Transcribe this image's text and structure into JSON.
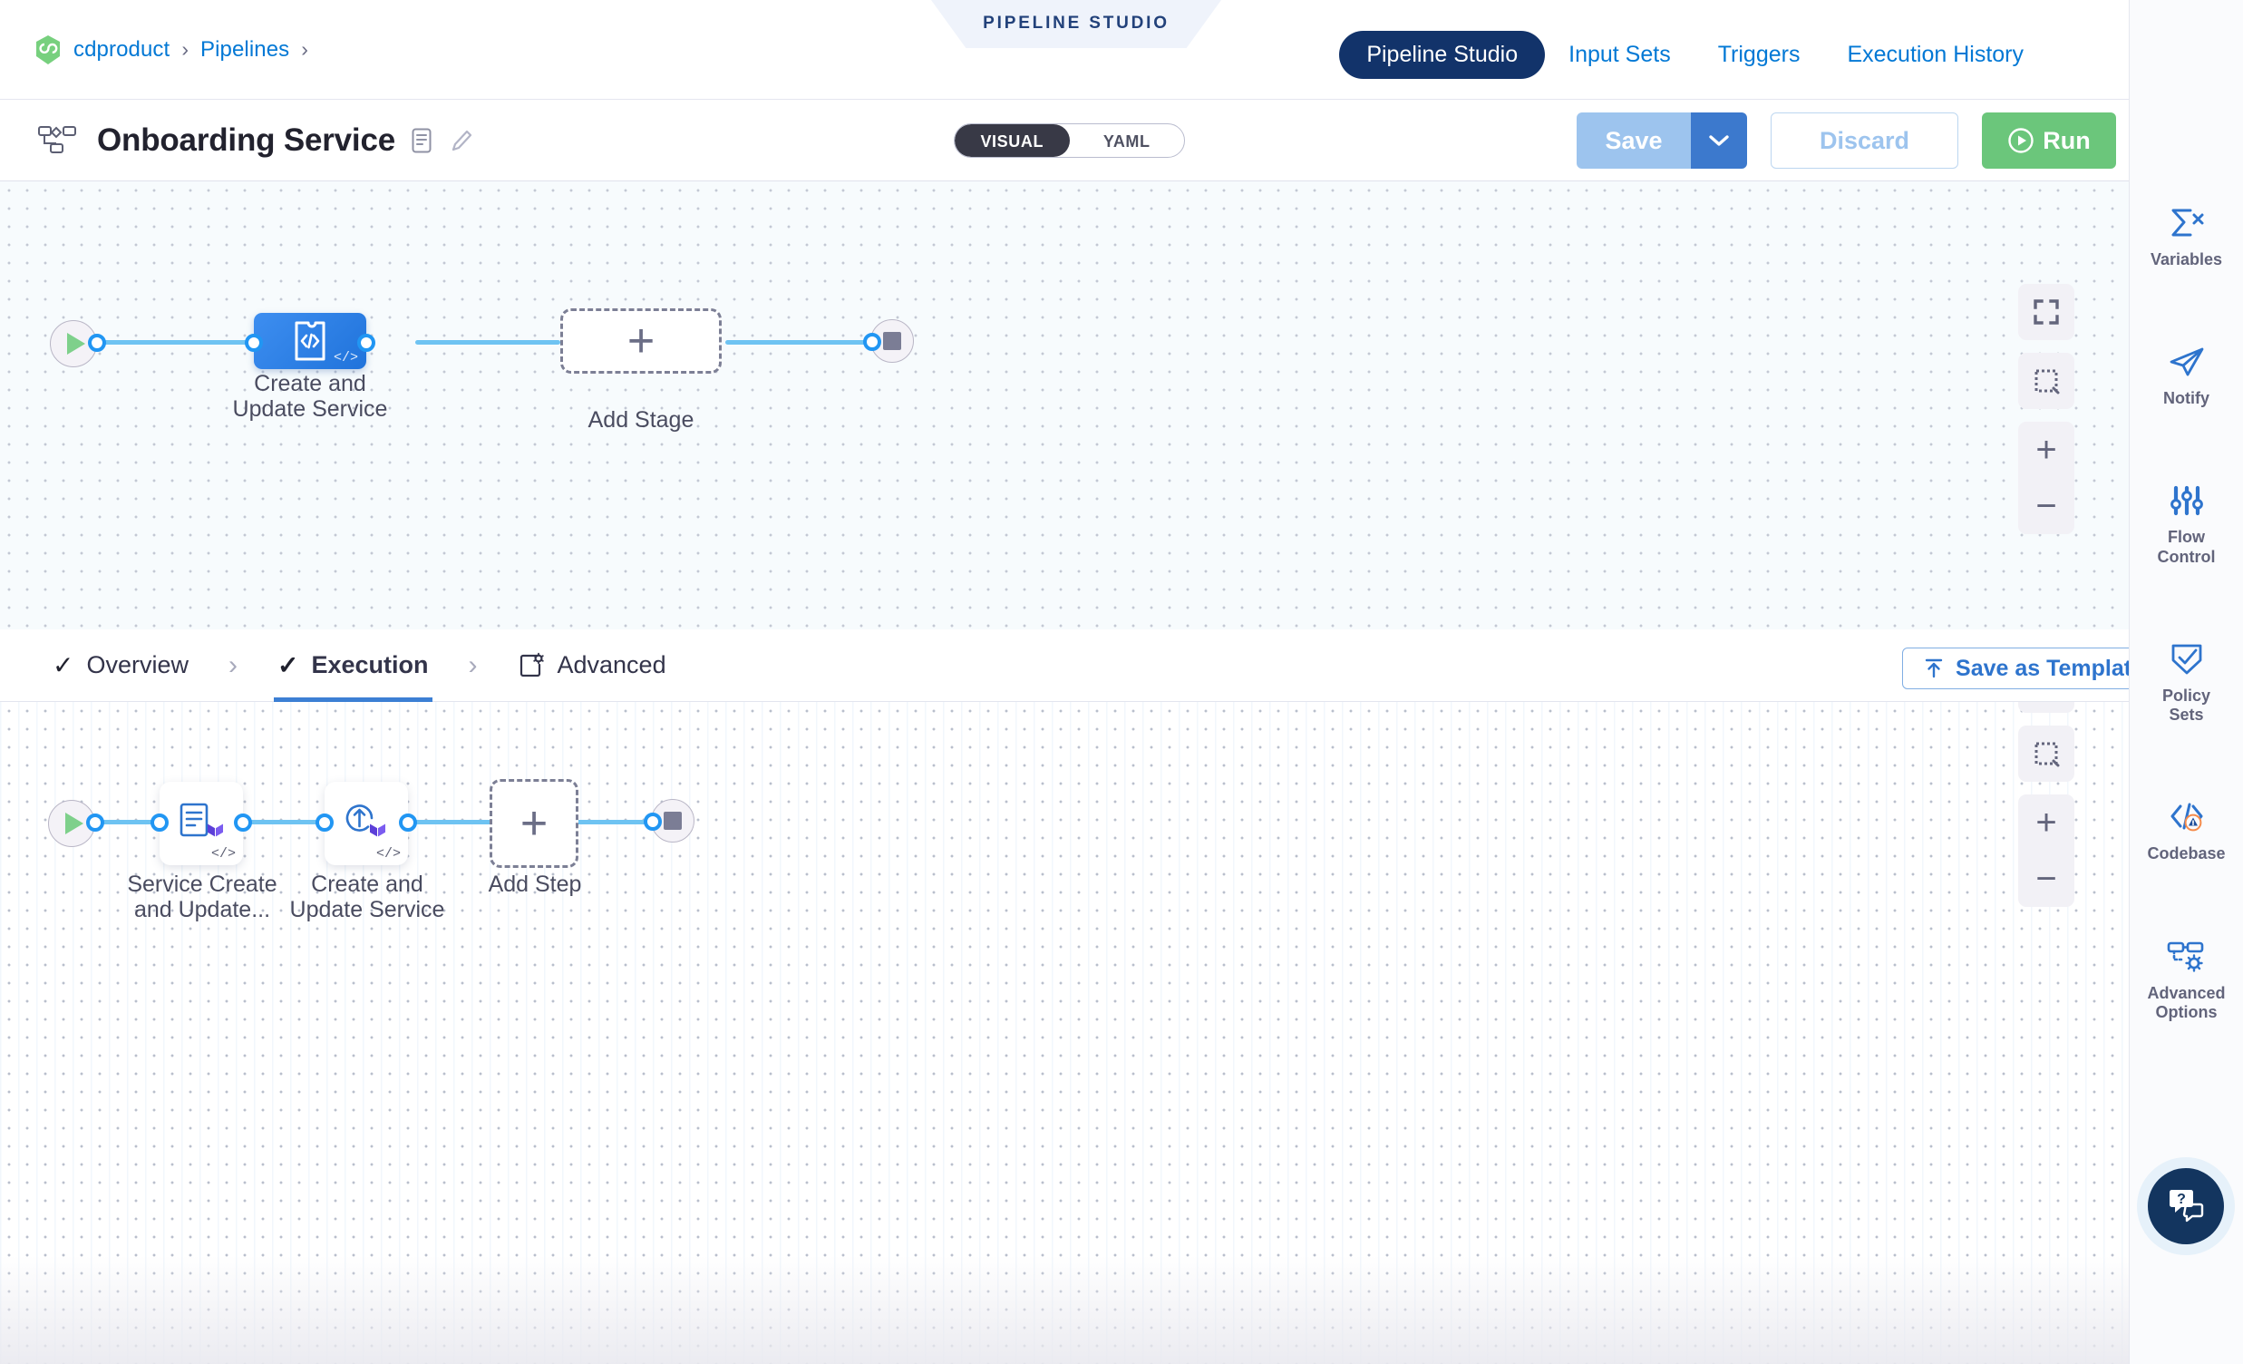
{
  "breadcrumb": {
    "logo_icon": "harness-logo-icon",
    "items": [
      "cdproduct",
      "Pipelines"
    ],
    "separator": "›"
  },
  "studio_tab": {
    "label": "PIPELINE STUDIO"
  },
  "nav_tabs": [
    {
      "label": "Pipeline Studio",
      "active": true
    },
    {
      "label": "Input Sets",
      "active": false
    },
    {
      "label": "Triggers",
      "active": false
    },
    {
      "label": "Execution History",
      "active": false
    }
  ],
  "header": {
    "pipeline_icon": "pipeline-graph-icon",
    "title": "Onboarding Service",
    "description_icon": "description-icon",
    "edit_icon": "pencil-icon"
  },
  "view_toggle": {
    "options": [
      "VISUAL",
      "YAML"
    ],
    "selected": "VISUAL"
  },
  "actions": {
    "save_label": "Save",
    "save_caret_icon": "chevron-down-icon",
    "discard_label": "Discard",
    "run_label": "Run",
    "run_icon": "play-circle-icon",
    "more_icon": "kebab-menu-icon"
  },
  "stage_canvas": {
    "start_icon": "play-icon",
    "end_icon": "stop-icon",
    "stage": {
      "label": "Create and\nUpdate Service",
      "icon": "custom-stage-template-icon",
      "template_badge": "</>"
    },
    "add_stage": {
      "label": "Add Stage",
      "icon": "plus-icon"
    },
    "controls": [
      "fullscreen-icon",
      "select-area-icon",
      "zoom-in-icon",
      "zoom-out-icon"
    ],
    "zoom_in": "+",
    "zoom_out": "−"
  },
  "stage_tabs": [
    {
      "label": "Overview",
      "icon": "check-icon",
      "active": false
    },
    {
      "label": "Execution",
      "icon": "check-icon",
      "active": true
    },
    {
      "label": "Advanced",
      "icon": "advanced-gear-icon",
      "active": false
    }
  ],
  "stage_tabs_separator": "›",
  "save_as_template": {
    "label": "Save as Template",
    "icon": "upload-template-icon"
  },
  "execution_canvas": {
    "start_icon": "play-icon",
    "end_icon": "stop-icon",
    "steps": [
      {
        "label": "Service Create\nand Update...",
        "icon": "terraform-plan-icon",
        "template_badge": "</>"
      },
      {
        "label": "Create and\nUpdate Service",
        "icon": "terraform-apply-icon",
        "template_badge": "</>"
      }
    ],
    "add_step": {
      "label": "Add Step",
      "icon": "plus-icon"
    },
    "zoom_in": "+",
    "zoom_out": "−"
  },
  "right_sidebar": {
    "items": [
      {
        "label": "Variables",
        "icon": "variables-sigma-icon",
        "badge": false
      },
      {
        "label": "Notify",
        "icon": "paper-plane-icon",
        "badge": false
      },
      {
        "label": "Flow\nControl",
        "icon": "sliders-icon",
        "badge": false
      },
      {
        "label": "Policy\nSets",
        "icon": "shield-check-icon",
        "badge": false
      },
      {
        "label": "Codebase",
        "icon": "codebase-icon",
        "badge": true
      },
      {
        "label": "Advanced\nOptions",
        "icon": "advanced-options-icon",
        "badge": false
      }
    ],
    "help_button": {
      "icon": "help-chat-icon"
    }
  },
  "colors": {
    "accent_blue": "#0278d5",
    "nav_active_bg": "#12336a",
    "run_green": "#6bc67b",
    "save_disabled": "#9dc4ee",
    "edge_blue": "#6ec3f2",
    "stage_blue": "#2073db",
    "warning_orange": "#f58b4b"
  }
}
